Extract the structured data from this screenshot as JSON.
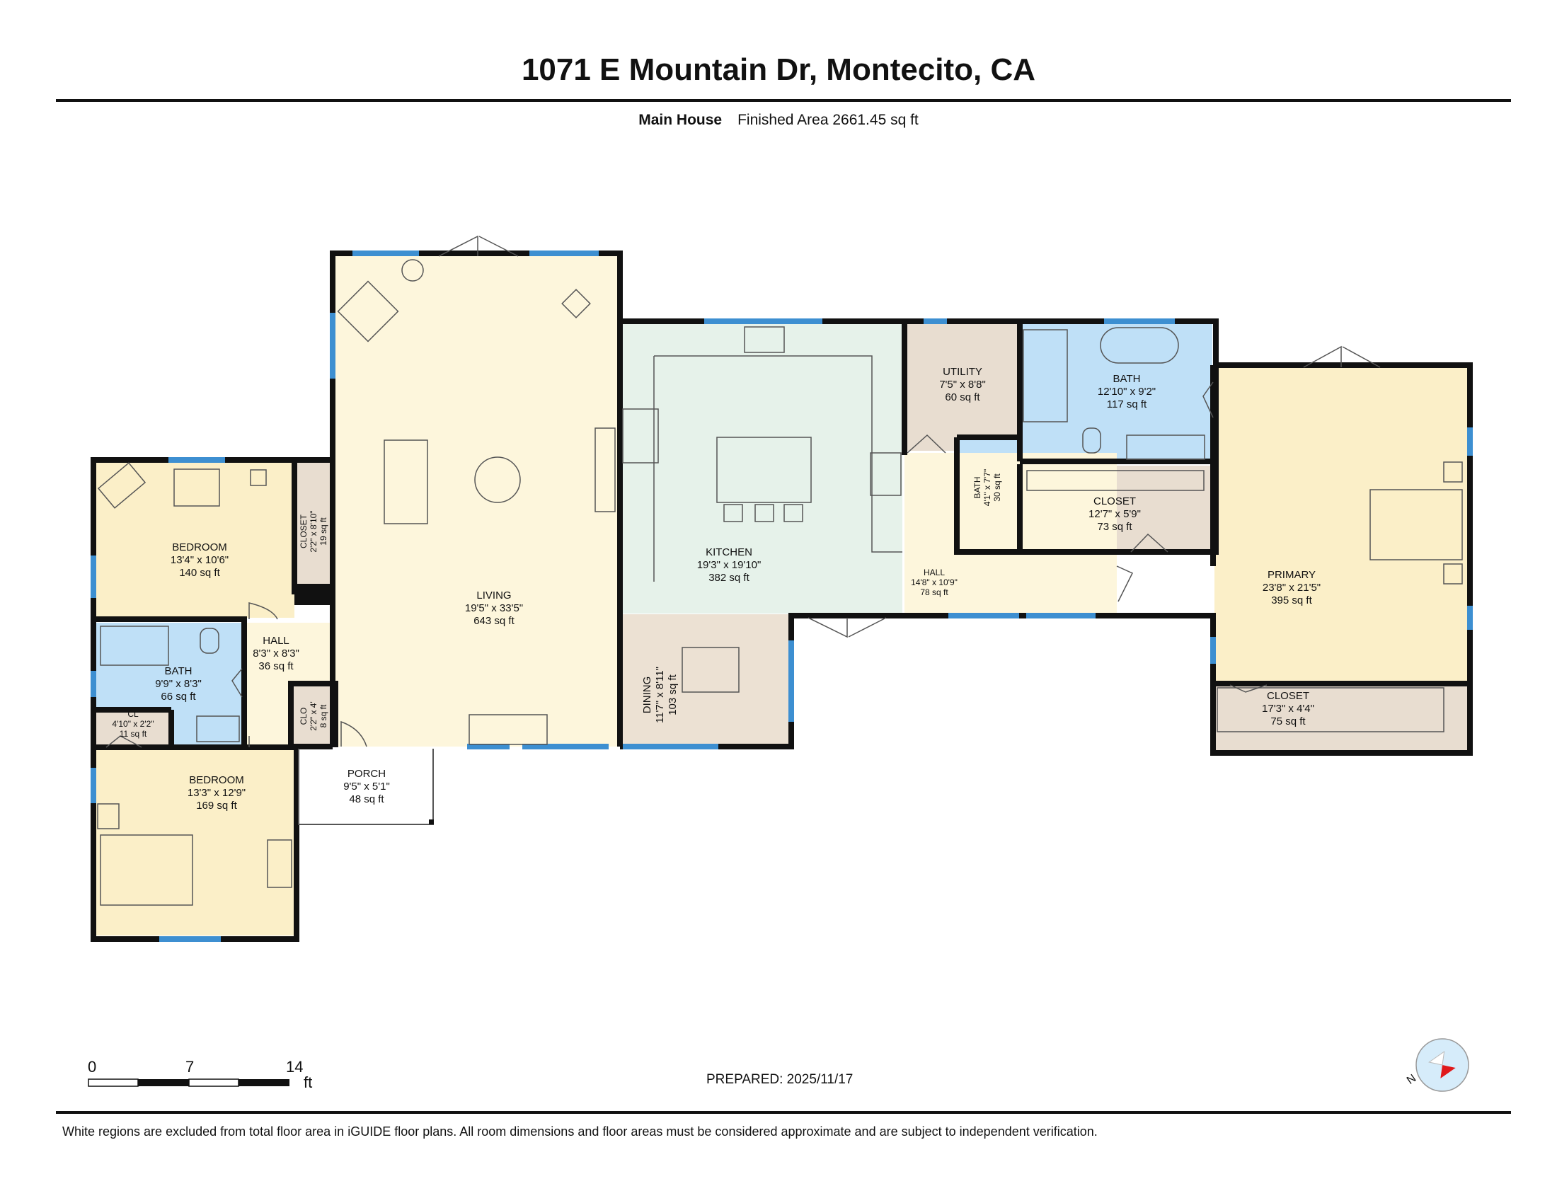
{
  "header": {
    "title": "1071 E Mountain Dr, Montecito, CA",
    "building": "Main House",
    "finished_area": "Finished Area 2661.45 sq ft"
  },
  "rooms": {
    "bedroom1": {
      "name": "BEDROOM",
      "dims": "13'4\" x 10'6\"",
      "area": "140 sq ft"
    },
    "closet1": {
      "name": "CLOSET",
      "dims": "2'2\" x 8'10\"",
      "area": "19 sq ft"
    },
    "living": {
      "name": "LIVING",
      "dims": "19'5\" x 33'5\"",
      "area": "643 sq ft"
    },
    "kitchen": {
      "name": "KITCHEN",
      "dims": "19'3\" x 19'10\"",
      "area": "382 sq ft"
    },
    "utility": {
      "name": "UTILITY",
      "dims": "7'5\" x 8'8\"",
      "area": "60 sq ft"
    },
    "bath_primary": {
      "name": "BATH",
      "dims": "12'10\" x 9'2\"",
      "area": "117 sq ft"
    },
    "bath_small": {
      "name": "BATH",
      "dims": "4'1\" x 7'7\"",
      "area": "30 sq ft"
    },
    "closet_mid": {
      "name": "CLOSET",
      "dims": "12'7\" x 5'9\"",
      "area": "73 sq ft"
    },
    "hall_east": {
      "name": "HALL",
      "dims": "14'8\" x 10'9\"",
      "area": "78 sq ft"
    },
    "primary": {
      "name": "PRIMARY",
      "dims": "23'8\" x 21'5\"",
      "area": "395 sq ft"
    },
    "closet_primary": {
      "name": "CLOSET",
      "dims": "17'3\" x 4'4\"",
      "area": "75 sq ft"
    },
    "hall_west": {
      "name": "HALL",
      "dims": "8'3\" x 8'3\"",
      "area": "36 sq ft"
    },
    "bath_west": {
      "name": "BATH",
      "dims": "9'9\" x 8'3\"",
      "area": "66 sq ft"
    },
    "cl_small": {
      "name": "CL",
      "dims": "4'10\" x 2'2\"",
      "area": "11 sq ft"
    },
    "clo": {
      "name": "CLO",
      "dims": "2'2\" x 4'",
      "area": "8 sq ft"
    },
    "dining": {
      "name": "DINING",
      "dims": "11'7\" x 8'11\"",
      "area": "103 sq ft"
    },
    "bedroom2": {
      "name": "BEDROOM",
      "dims": "13'3\" x 12'9\"",
      "area": "169 sq ft"
    },
    "porch": {
      "name": "PORCH",
      "dims": "9'5\" x 5'1\"",
      "area": "48 sq ft"
    }
  },
  "scale_bar": {
    "ticks": [
      "0",
      "7",
      "14"
    ],
    "unit": "ft"
  },
  "prepared": "PREPARED: 2025/11/17",
  "compass_label": "N",
  "footer": "White regions are excluded from total floor area in iGUIDE floor plans. All room dimensions and floor areas must be considered approximate and are subject to independent verification.",
  "colors": {
    "wall": "#111111",
    "window": "#3d8fd1",
    "bedroom_fill": "#fbefc8",
    "living_fill": "#fdf6dc",
    "kitchen_fill": "#e6f2ea",
    "bath_fill": "#bfe0f7",
    "closet_fill": "#e8ddd0",
    "dining_fill": "#ece1d3",
    "hall_fill": "#fdf6dc"
  }
}
